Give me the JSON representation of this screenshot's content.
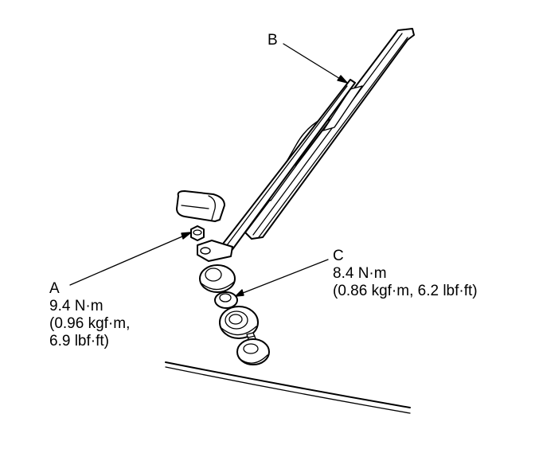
{
  "labels": {
    "b": {
      "letter": "B"
    },
    "a": {
      "letter": "A",
      "torque": "9.4 N·m",
      "metric": "(0.96 kgf·m,",
      "imperial": "6.9 lbf·ft)"
    },
    "c": {
      "letter": "C",
      "torque": "8.4 N·m",
      "conversion": "(0.86 kgf·m, 6.2 lbf·ft)"
    }
  }
}
